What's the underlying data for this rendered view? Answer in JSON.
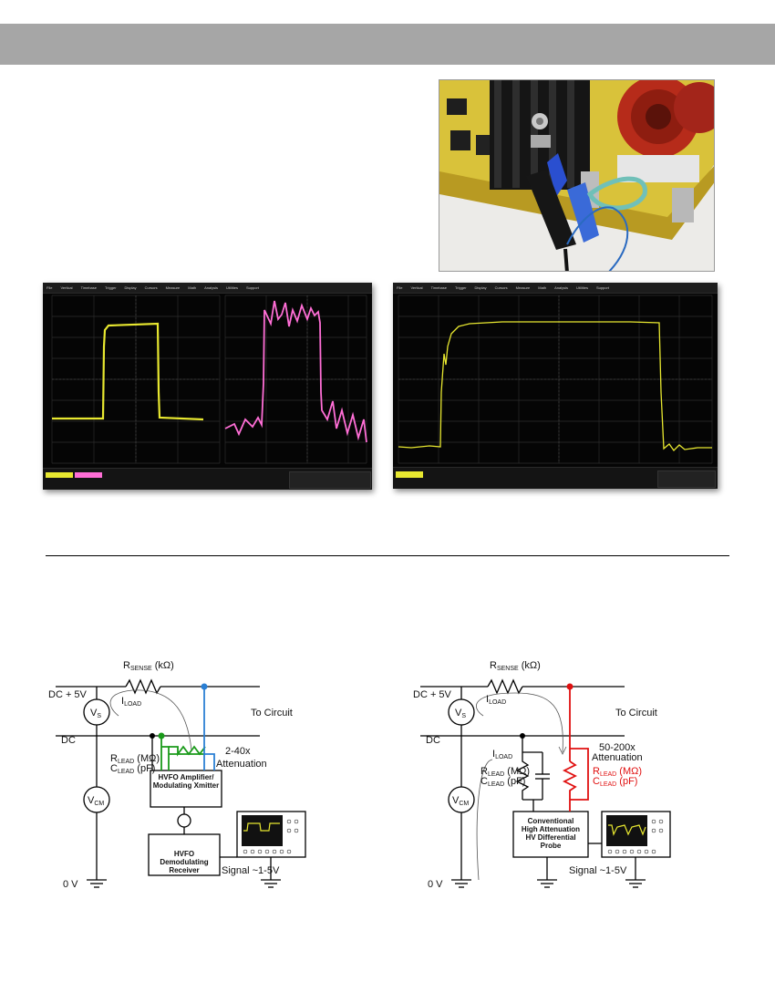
{
  "colors": {
    "header_bar": "#a6a6a6",
    "trace_yellow": "#e8e830",
    "trace_pink": "#ff6ed6",
    "hvfo_probe_green": "#1a9a1a",
    "hvfo_probe_blue": "#2a7fd4",
    "conventional_probe_red": "#e01010"
  },
  "scope_left": {
    "menu": [
      "File",
      "Vertical",
      "Timebase",
      "Trigger",
      "Display",
      "Cursors",
      "Measure",
      "Math",
      "Analysis",
      "Utilities",
      "Support"
    ],
    "grid_major": "#2c2c2c"
  },
  "scope_right": {
    "menu": [
      "File",
      "Vertical",
      "Timebase",
      "Trigger",
      "Display",
      "Cursors",
      "Measure",
      "Math",
      "Analysis",
      "Utilities",
      "Support"
    ]
  },
  "diagram_left": {
    "rsense": "R",
    "rsense_sub": "SENSE",
    "rsense_unit": " (kΩ)",
    "dc_plus": "DC + 5V",
    "vs": "V",
    "vs_sub": "S",
    "iload": "I",
    "iload_sub": "LOAD",
    "to_circuit": "To Circuit",
    "dc": "DC",
    "attenuation_ratio": "2-40x",
    "attenuation_label": "Attenuation",
    "rlead": "R",
    "rlead_sub": "LEAD",
    "rlead_unit": " (MΩ)",
    "clead": "C",
    "clead_sub": "LEAD",
    "clead_unit": " (pF)",
    "vcm": "V",
    "vcm_sub": "CM",
    "xmitter_line1": "HVFO Amplifier/",
    "xmitter_line2": "Modulating Xmitter",
    "receiver_line1": "HVFO",
    "receiver_line2": "Demodulating",
    "receiver_line3": "Receiver",
    "signal": "Signal ~1-5V",
    "zero_v": "0 V"
  },
  "diagram_right": {
    "rsense": "R",
    "rsense_sub": "SENSE",
    "rsense_unit": " (kΩ)",
    "dc_plus": "DC + 5V",
    "vs": "V",
    "vs_sub": "S",
    "iload": "I",
    "iload_sub": "LOAD",
    "to_circuit": "To Circuit",
    "dc": "DC",
    "attenuation_ratio": "50-200x",
    "attenuation_label": "Attenuation",
    "iload2": "I",
    "iload2_sub": "LOAD",
    "rlead": "R",
    "rlead_sub": "LEAD",
    "rlead_unit": " (MΩ)",
    "clead": "C",
    "clead_sub": "LEAD",
    "clead_unit": " (pF)",
    "vcm": "V",
    "vcm_sub": "CM",
    "probe_line1": "Conventional",
    "probe_line2": "High Attenuation",
    "probe_line3": "HV Differential",
    "probe_line4": "Probe",
    "signal": "Signal ~1-5V",
    "zero_v": "0 V"
  }
}
